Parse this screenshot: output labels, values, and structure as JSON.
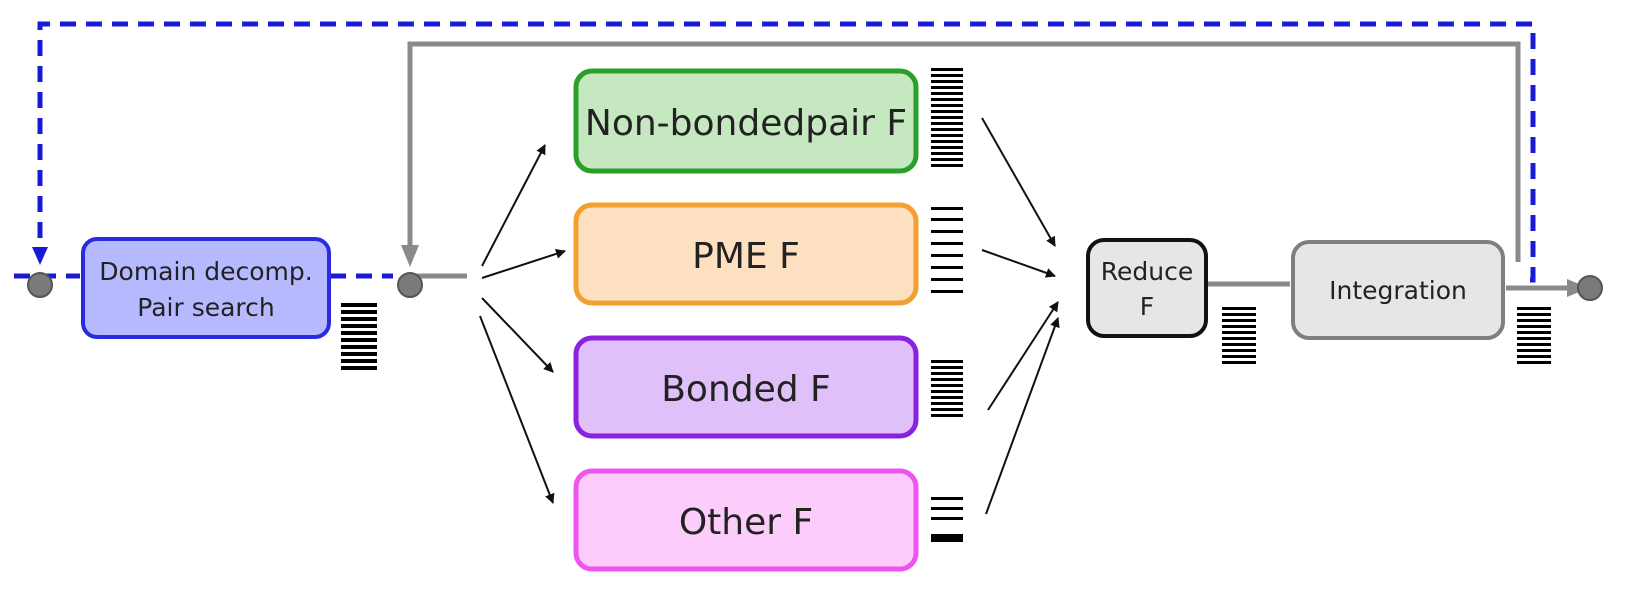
{
  "colors": {
    "dashed_loop": "#1a1ad6",
    "gray_loop": "#8a8a8a",
    "node": "#7a7a7a",
    "arrow": "#111111"
  },
  "nodes": {
    "domain": {
      "line1": "Domain decomp.",
      "line2": "Pair search",
      "fill": "#b7b9ff",
      "stroke": "#2a2ae0"
    },
    "nonbonded": {
      "label": "Non-bondedpair F",
      "fill": "#c6e8c0",
      "stroke": "#2aa02a"
    },
    "pme": {
      "label": "PME F",
      "fill": "#fde0c0",
      "stroke": "#f2a030"
    },
    "bonded": {
      "label": "Bonded F",
      "fill": "#e0c0f8",
      "stroke": "#8a22e0"
    },
    "other": {
      "label": "Other F",
      "fill": "#fccdfb",
      "stroke": "#ee55ee"
    },
    "reduce": {
      "line1": "Reduce",
      "line2": "F",
      "fill": "#e6e6e6",
      "stroke": "#111111"
    },
    "integration": {
      "label": "Integration",
      "fill": "#e6e6e6",
      "stroke": "#7f7f7f"
    }
  }
}
